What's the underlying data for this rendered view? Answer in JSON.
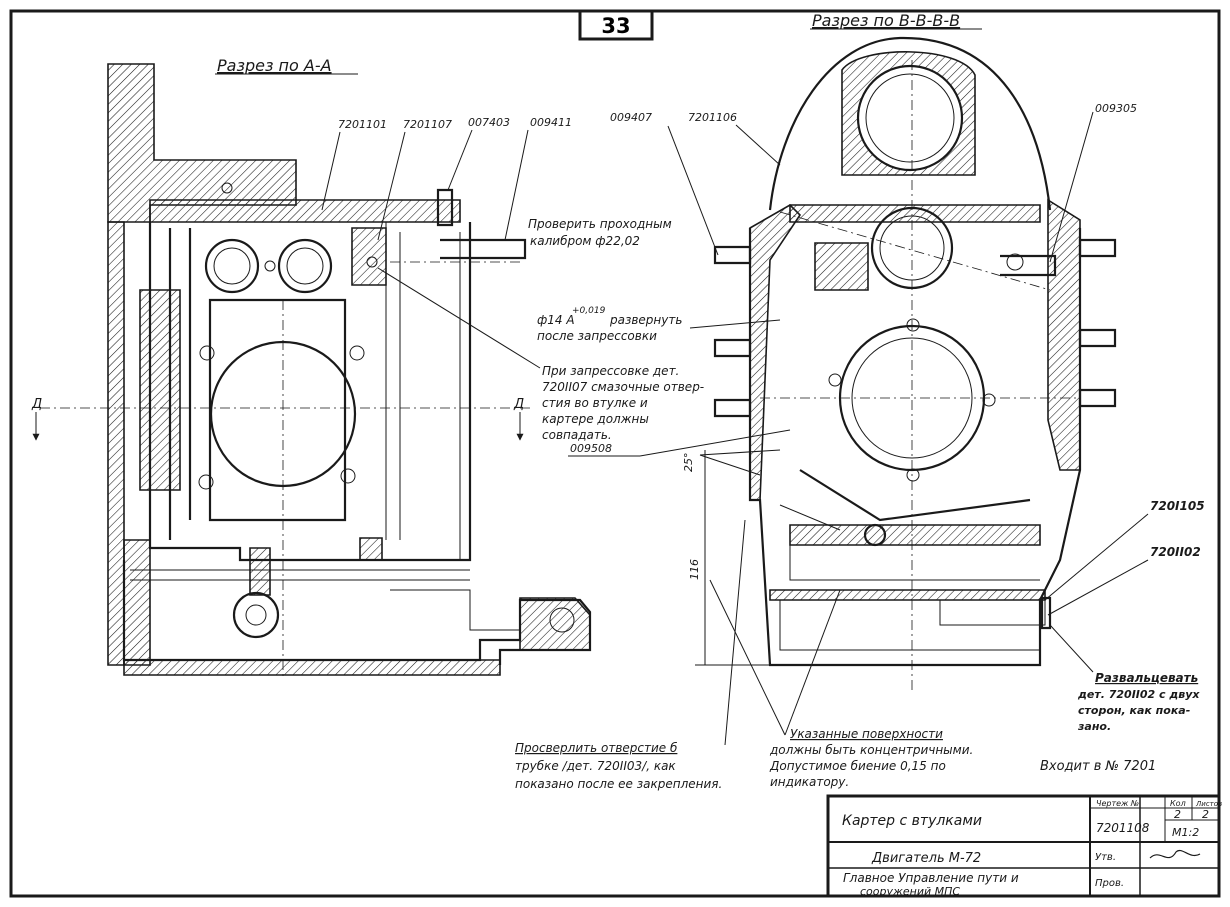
{
  "page_number": "33",
  "section_aa": {
    "title": "Разрез по А-А",
    "part_refs": [
      "7201101",
      "7201107",
      "007403",
      "009411"
    ],
    "cut_marks": [
      "Д",
      "Д"
    ]
  },
  "section_bb": {
    "title": "Разрез по В-В-В-В",
    "part_refs": [
      "009407",
      "7201106",
      "009305",
      "720I105",
      "720II02"
    ],
    "dim_angle": "25°",
    "dim_height": "116"
  },
  "notes": {
    "check_through": [
      "Проверить проходным",
      "калибром ф22,02"
    ],
    "ream": {
      "main": "ф14 А",
      "tol": "+0,019",
      "rest": "развернуть",
      "line2": "после запрессовки"
    },
    "press_fit": [
      "При запрессовке дет.",
      "720II07 смазочные отвер-",
      "стия во втулке и",
      "картере должны",
      "совпадать."
    ],
    "ref_009508": "009508",
    "drill": [
      "Просверлить отверстие б",
      "трубке /дет. 720II03/, как",
      "показано после ее закрепления."
    ],
    "surfaces": [
      "Указанные поверхности",
      "должны быть концентричными.",
      "Допустимое биение 0,15 по",
      "индикатору."
    ],
    "roll": [
      "Развальцевать",
      "дет. 720II02 с двух",
      "сторон, как пока-",
      "зано."
    ],
    "included_in": "Входит в № 7201"
  },
  "title_block": {
    "name": "Картер с втулками",
    "number": "7201108",
    "engine": "Двигатель М-72",
    "org": [
      "Главное Управление пути и",
      "сооружений МПС"
    ],
    "hdr_count": "Чертеж №",
    "hdr_qty": "Кол",
    "hdr_sheets": "Листов",
    "qty": "2",
    "sheets": "2",
    "scale": "М1:2",
    "approved_label": "Утв.",
    "approved_sign": "signature",
    "checked_label": "Пров."
  }
}
